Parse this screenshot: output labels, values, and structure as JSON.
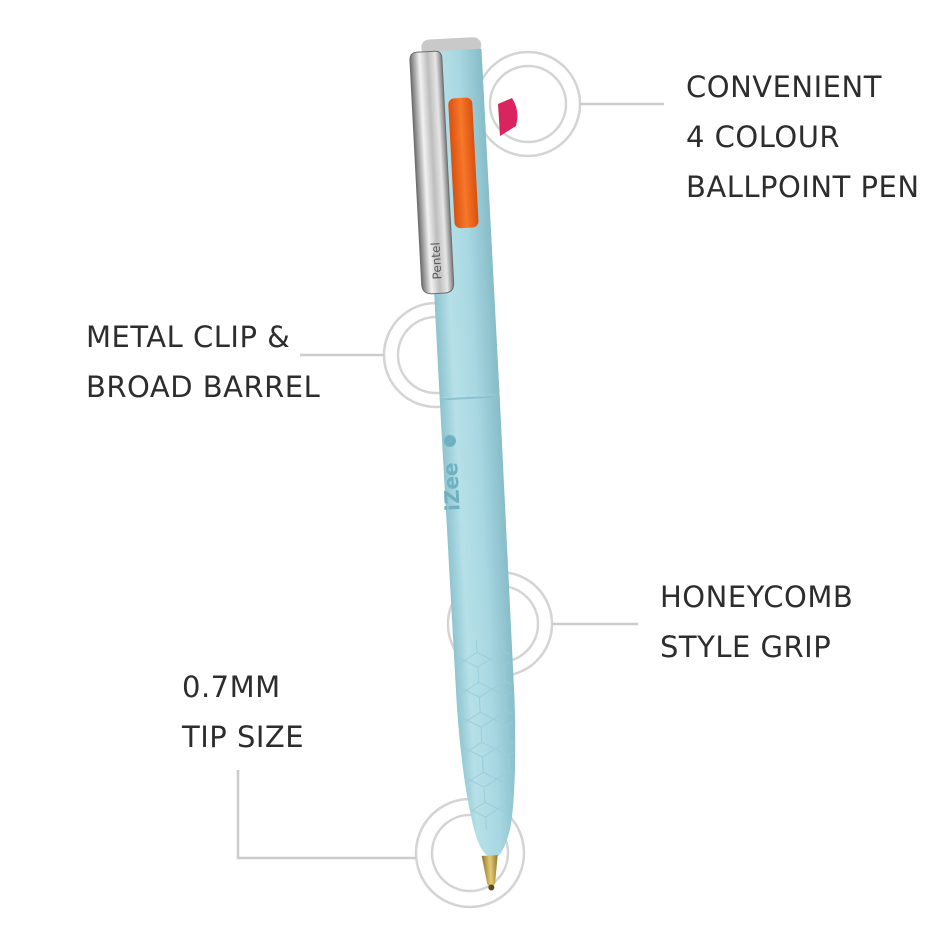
{
  "colors": {
    "background": "#ffffff",
    "text": "#2d2d2d",
    "ring": "#d4d4d4",
    "leader_line": "#cccccc",
    "barrel": "#a9d8e2",
    "barrel_shadow": "#8cc3cf",
    "clip_metal": "#b9b9b9",
    "orange_slider": "#f26a1b",
    "magenta_slider": "#d9245f",
    "tip_metal": "#c9a94e"
  },
  "callouts": {
    "colour_pen": {
      "lines": [
        "CONVENIENT",
        "4 COLOUR",
        "BALLPOINT PEN"
      ]
    },
    "clip_barrel": {
      "lines": [
        "METAL CLIP &",
        "BROAD BARREL"
      ]
    },
    "grip": {
      "lines": [
        "HONEYCOMB",
        "STYLE GRIP"
      ]
    },
    "tip": {
      "lines": [
        "0.7MM",
        "TIP SIZE"
      ]
    }
  },
  "pen": {
    "clip_brand": "Pentel",
    "barrel_brand": "iZee",
    "icon": "pen-product-illustration"
  }
}
